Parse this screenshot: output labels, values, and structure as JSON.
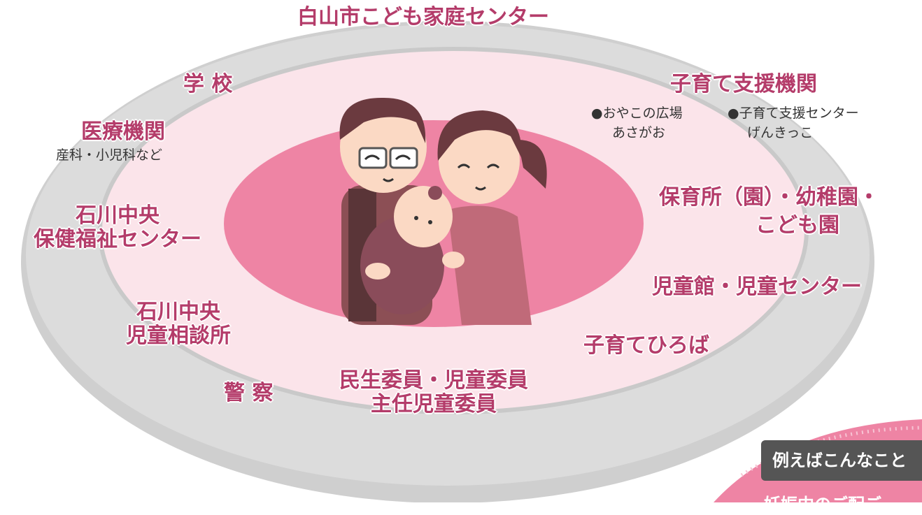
{
  "diagram": {
    "outer_title": "白山市こども家庭センター",
    "labels": {
      "school": "学 校",
      "medical": "医療機関",
      "medical_sub": "産科・小児科など",
      "health_center_1": "石川中央",
      "health_center_2": "保健福祉センター",
      "guidance_center_1": "石川中央",
      "guidance_center_2": "児童相談所",
      "police": "警 察",
      "commissioners_1": "民生委員・児童委員",
      "commissioners_2": "主任児童委員",
      "support_org": "子育て支援機関",
      "support_item_1a": "●おやこの広場",
      "support_item_1b": "あさがお",
      "support_item_2a": "●子育て支援センター",
      "support_item_2b": "げんきっこ",
      "nursery_1": "保育所（園）・幼稚園・",
      "nursery_2": "こども園",
      "childrens_hall": "児童館・児童センター",
      "hiroba": "子育てひろば"
    },
    "colors": {
      "outer_ring": "#cfcfcf",
      "middle_ring": "#fbe4ea",
      "inner": "#ee84a4",
      "label": "#b43c6a"
    }
  },
  "example_tag": "例えばこんなこと",
  "bottom_text": "妊娠中のご配ご"
}
